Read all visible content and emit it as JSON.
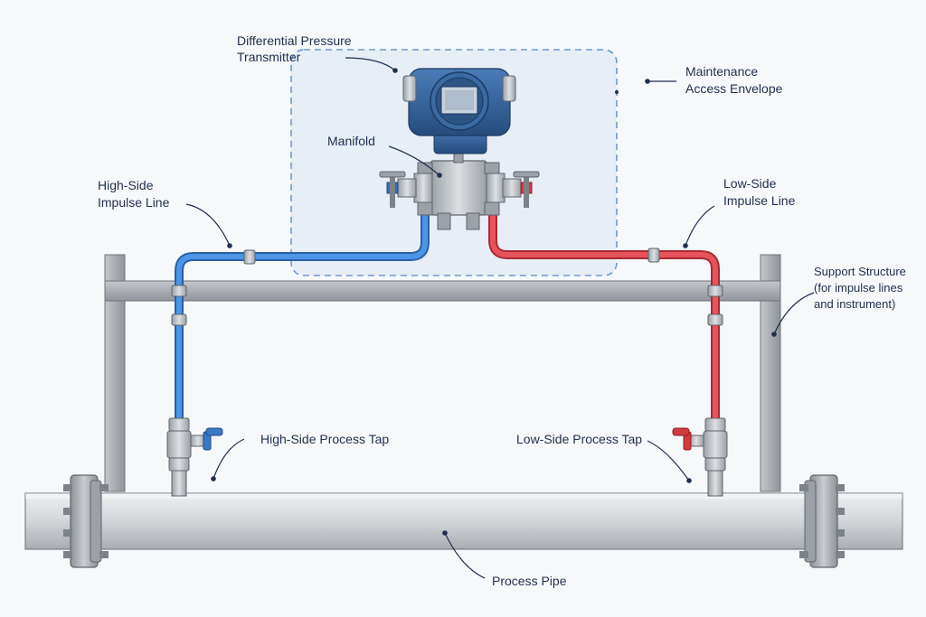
{
  "labels": {
    "transmitter": [
      "Differential Pressure",
      "Transmitter"
    ],
    "maintenance": [
      "Maintenance",
      "Access Envelope"
    ],
    "manifold": "Manifold",
    "high_impulse": [
      "High-Side",
      "Impulse Line"
    ],
    "low_impulse": [
      "Low-Side",
      "Impulse Line"
    ],
    "support": [
      "Support Structure",
      "(for impulse lines",
      "and instrument)"
    ],
    "high_tap": "High-Side Process Tap",
    "low_tap": "Low-Side Process Tap",
    "process_pipe": "Process Pipe"
  },
  "colors": {
    "high_side": "#3b82d6",
    "low_side": "#dc3b44",
    "transmitter_body": "#2f5d92",
    "frame": "#a8adb3",
    "pipe": "#d4d7db",
    "leader": "#1f2f4e",
    "envelope": "#6b9bd1"
  }
}
